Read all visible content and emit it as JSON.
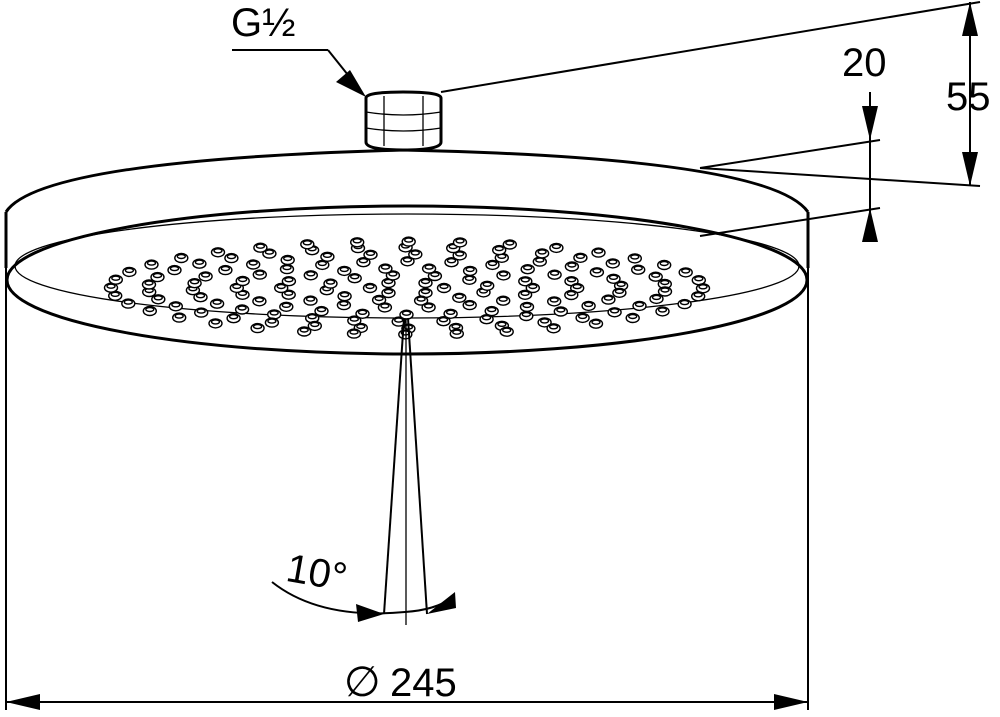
{
  "drawing": {
    "thread_label": "G½",
    "dimension_20": "20",
    "dimension_55": "55",
    "angle_label": "10°",
    "diameter_symbol": "∅",
    "diameter_value": "245"
  },
  "colors": {
    "line": "#000000",
    "background": "#ffffff"
  }
}
